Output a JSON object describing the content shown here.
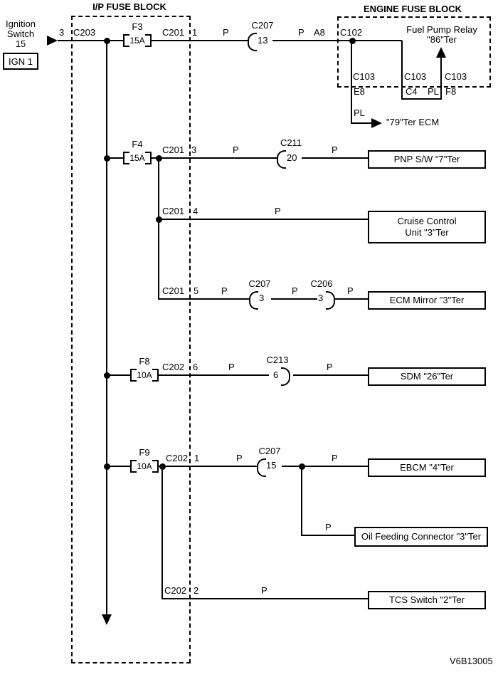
{
  "titles": {
    "ip_block": "I/P FUSE BLOCK",
    "engine_block": "ENGINE FUSE BLOCK",
    "diagram_code": "V6B13005"
  },
  "source": {
    "name_line1": "Ignition",
    "name_line2": "Switch",
    "name_line3": "15",
    "tag": "IGN 1",
    "pin": "3",
    "connector": "C203"
  },
  "fuel_pump_circuit": {
    "fuse": {
      "name": "F3",
      "rating": "15A"
    },
    "out_connector": "C201",
    "out_pin": "1",
    "wire1": "P",
    "mid_connector": {
      "name": "C207",
      "pin": "13"
    },
    "wire2": "P",
    "in_pin": "A8",
    "in_connector": "C102",
    "relay_line1": "Fuel Pump Relay",
    "relay_line2": "\"86\"Ter",
    "c103_a": {
      "name": "C103",
      "pin": "E8"
    },
    "c103_b": {
      "name": "C103",
      "pin": "C4"
    },
    "c103_b_wire": "PL",
    "c103_c": {
      "name": "C103",
      "pin": "F8"
    },
    "ecm_branch": {
      "wire": "PL",
      "dest": "\"79\"Ter ECM"
    }
  },
  "pnp_circuit": {
    "fuse": {
      "name": "F4",
      "rating": "15A"
    },
    "out_connector": "C201",
    "out_pin": "3",
    "wire1": "P",
    "mid_connector": {
      "name": "C211",
      "pin": "20"
    },
    "wire2": "P",
    "dest": "PNP S/W \"7\"Ter"
  },
  "cruise_circuit": {
    "out_connector": "C201",
    "out_pin": "4",
    "wire": "P",
    "dest_line1": "Cruise Control",
    "dest_line2": "Unit \"3\"Ter"
  },
  "ecm_mirror_circuit": {
    "out_connector": "C201",
    "out_pin": "5",
    "wire1": "P",
    "mid_connector1": {
      "name": "C207",
      "pin": "3"
    },
    "wire2": "P",
    "mid_connector2": {
      "name": "C206",
      "pin": "3"
    },
    "wire3": "P",
    "dest": "ECM Mirror \"3\"Ter"
  },
  "sdm_circuit": {
    "fuse": {
      "name": "F8",
      "rating": "10A"
    },
    "out_connector": "C202",
    "out_pin": "6",
    "wire1": "P",
    "mid_connector": {
      "name": "C213",
      "pin": "6"
    },
    "wire2": "P",
    "dest": "SDM \"26\"Ter"
  },
  "ebcm_circuit": {
    "fuse": {
      "name": "F9",
      "rating": "10A"
    },
    "out_connector": "C202",
    "out_pin": "1",
    "wire1": "P",
    "mid_connector": {
      "name": "C207",
      "pin": "15"
    },
    "wire2": "P",
    "dest": "EBCM \"4\"Ter"
  },
  "oil_circuit": {
    "wire": "P",
    "dest": "Oil Feeding Connector \"3\"Ter"
  },
  "tcs_circuit": {
    "out_connector": "C202",
    "out_pin": "2",
    "wire": "P",
    "dest": "TCS Switch \"2\"Ter"
  }
}
